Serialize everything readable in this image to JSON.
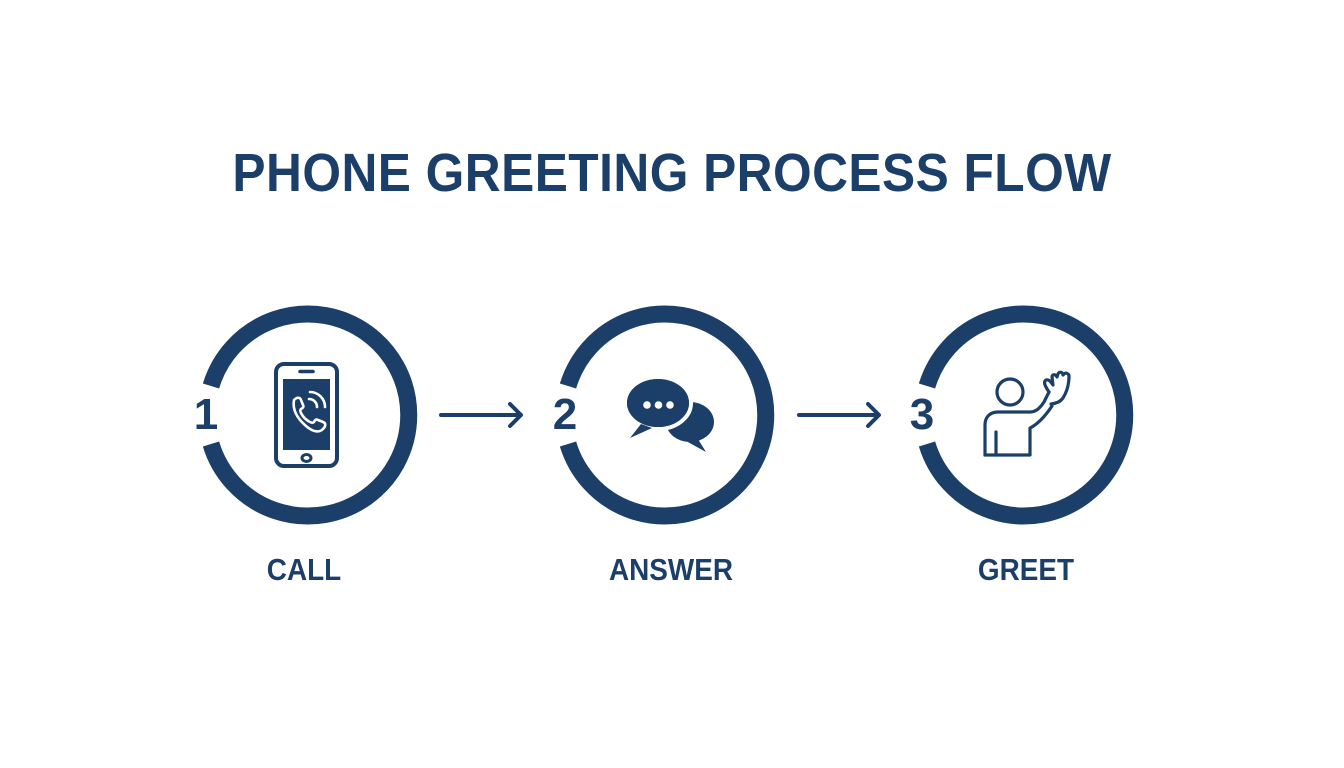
{
  "title": "PHONE GREETING PROCESS FLOW",
  "colors": {
    "primary": "#1c3f69",
    "background": "#ffffff"
  },
  "steps": [
    {
      "number": "1",
      "label": "CALL",
      "icon": "smartphone-incoming-call-icon"
    },
    {
      "number": "2",
      "label": "ANSWER",
      "icon": "chat-bubbles-icon"
    },
    {
      "number": "3",
      "label": "GREET",
      "icon": "person-waving-icon"
    }
  ],
  "connectors": [
    {
      "from": "1",
      "to": "2",
      "icon": "arrow-right-icon"
    },
    {
      "from": "2",
      "to": "3",
      "icon": "arrow-right-icon"
    }
  ]
}
